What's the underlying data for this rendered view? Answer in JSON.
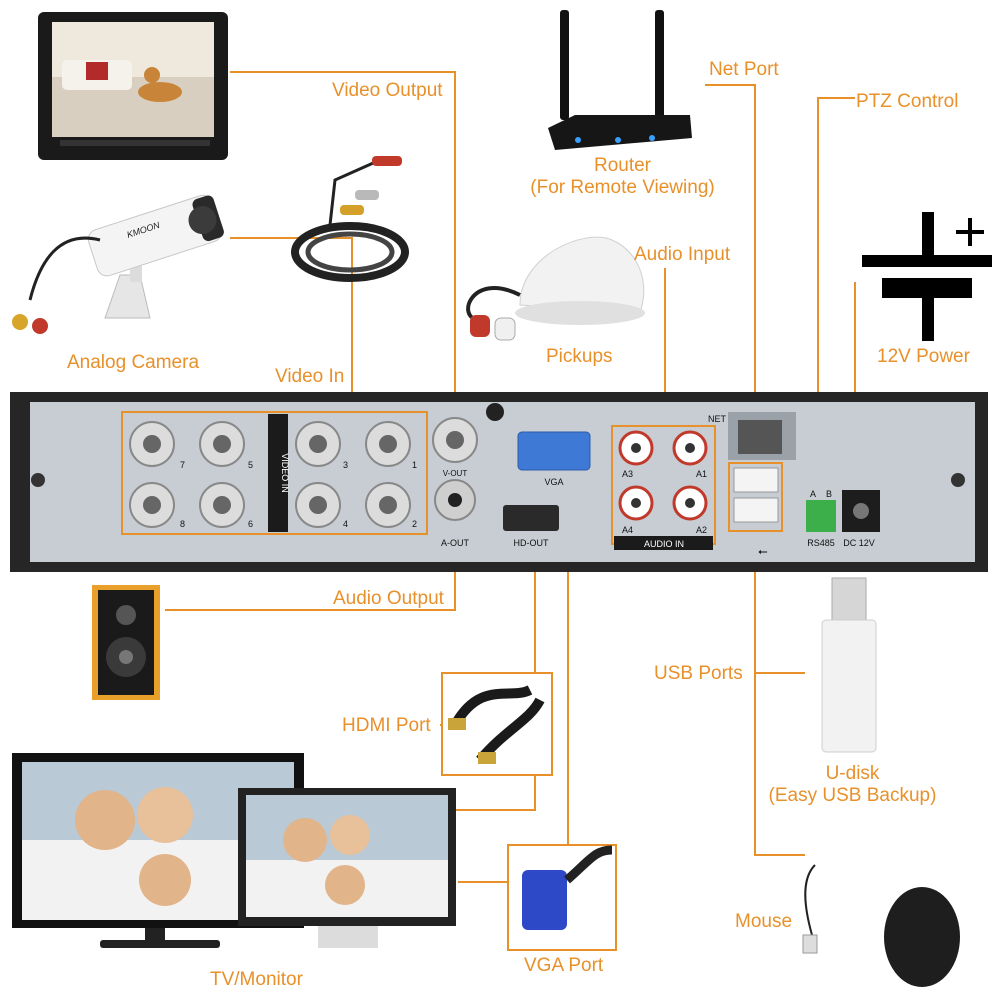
{
  "labels": {
    "video_output": "Video Output",
    "net_port": "Net Port",
    "ptz_control": "PTZ Control",
    "router_line1": "Router",
    "router_line2": "(For Remote Viewing)",
    "audio_input": "Audio Input",
    "analog_camera": "Analog Camera",
    "video_in": "Video In",
    "pickups": "Pickups",
    "power_12v": "12V Power",
    "audio_output": "Audio Output",
    "usb_ports": "USB Ports",
    "hdmi_port": "HDMI Port",
    "udisk_line1": "U-disk",
    "udisk_line2": "(Easy USB Backup)",
    "mouse": "Mouse",
    "tv_monitor": "TV/Monitor",
    "vga_port": "VGA Port"
  },
  "panel": {
    "video_in": "VIDEO IN",
    "bnc_numbers": [
      "7",
      "5",
      "3",
      "1",
      "8",
      "6",
      "4",
      "2"
    ],
    "v_out": "V-OUT",
    "a_out": "A-OUT",
    "vga": "VGA",
    "hd_out": "HD-OUT",
    "audio_in": "AUDIO IN",
    "audio_numbers": [
      "A3",
      "A1",
      "A4",
      "A2"
    ],
    "net": "NET",
    "rs485": "RS485",
    "rs485_a": "A",
    "rs485_b": "B",
    "dc": "DC 12V"
  },
  "camera_brand": "KMOON",
  "colors": {
    "accent": "#e8902a",
    "panel": "#c7cdd3",
    "chassis": "#262626"
  }
}
